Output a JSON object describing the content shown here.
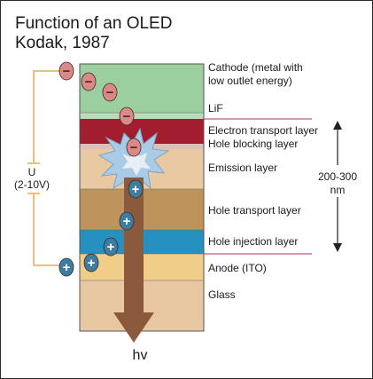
{
  "title": {
    "line1": "Function of an OLED",
    "line2": "Kodak, 1987"
  },
  "voltage": {
    "symbol": "U",
    "range": "(2-10V)"
  },
  "layers": [
    {
      "id": "cathode",
      "label_line1": "Cathode (metal with",
      "label_line2": "low outlet energy)",
      "color": "#9ccfa0"
    },
    {
      "id": "lif",
      "label": "LiF",
      "color": "#b7ddbb"
    },
    {
      "id": "electron-transport",
      "label": "Electron transport layer",
      "color": "#a21d2e"
    },
    {
      "id": "hole-blocking",
      "label": "Hole blocking layer",
      "color": "#ddbfbc"
    },
    {
      "id": "emission",
      "label": "Emission layer",
      "color": "#e8c9a2"
    },
    {
      "id": "hole-transport",
      "label": "Hole transport layer",
      "color": "#bf945c"
    },
    {
      "id": "hole-injection",
      "label": "Hole injection layer",
      "color": "#2690c1"
    },
    {
      "id": "anode",
      "label": "Anode (ITO)",
      "color": "#f0ce8a"
    },
    {
      "id": "glass",
      "label": "Glass",
      "color": "#e7c8a3"
    }
  ],
  "thickness": {
    "line1": "200-300",
    "line2": "nm"
  },
  "emission_label": "hv",
  "charges": {
    "electron_symbol": "−",
    "hole_symbol": "+"
  },
  "colors": {
    "electron": "#d98a86",
    "hole": "#3f7da0",
    "arrow": "#8b5a3c",
    "wire": "#e8c17a",
    "flash": "#a9cbe6"
  }
}
